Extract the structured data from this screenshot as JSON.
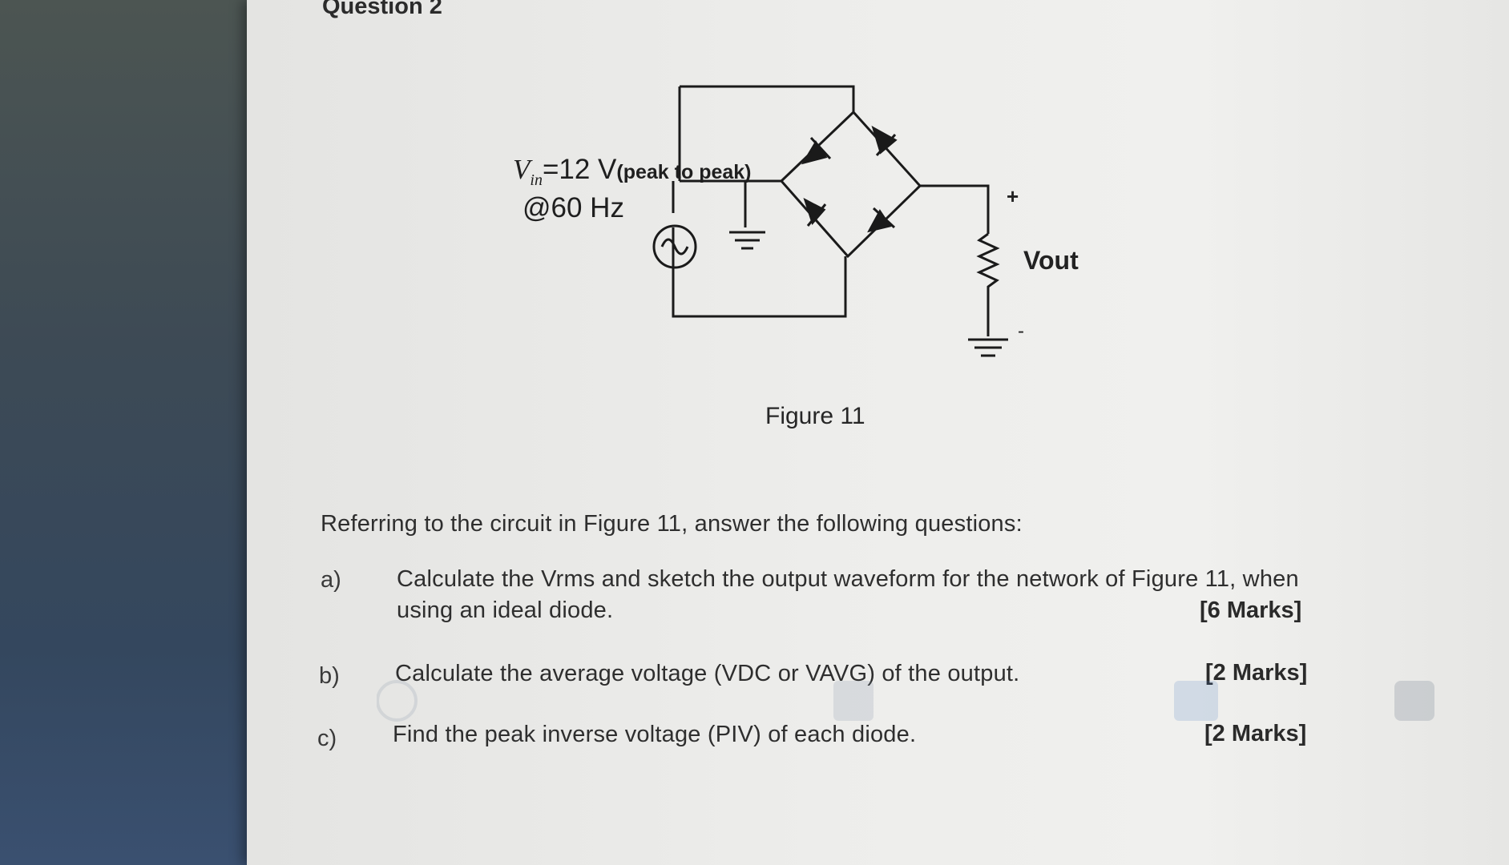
{
  "question": {
    "heading": "Question 2"
  },
  "figure": {
    "vin_symbol": "V",
    "vin_subscript": "in",
    "vin_value": "=12 V",
    "vin_qualifier": "(peak to peak)",
    "frequency": "@60 Hz",
    "vout_label": "Vout",
    "plus_sign": "+",
    "minus_sign": "-",
    "caption": "Figure 11"
  },
  "intro": "Referring to the circuit in Figure 11, answer the following questions:",
  "parts": [
    {
      "label": "a)",
      "text": "Calculate the Vrms and sketch the output waveform for the network of Figure 11, when using an ideal diode.",
      "marks": "[6 Marks]"
    },
    {
      "label": "b)",
      "text": "Calculate the average voltage (VDC or VAVG) of the output.",
      "marks": "[2 Marks]"
    },
    {
      "label": "c)",
      "text": "Find the peak inverse voltage (PIV) of each diode.",
      "marks": "[2 Marks]"
    }
  ],
  "colors": {
    "wire": "#1a1a1a",
    "paper": "#ededeb",
    "bezel": "#3d4a55"
  }
}
